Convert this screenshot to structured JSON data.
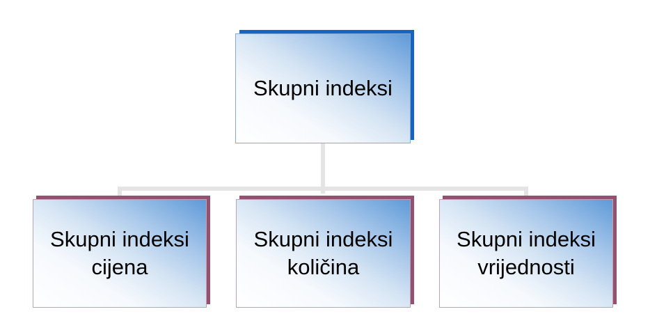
{
  "diagram": {
    "type": "org-chart",
    "root": {
      "label": "Skupni indeksi",
      "shadow_color": "#1565c0",
      "border_color": "#86a9d4"
    },
    "children": [
      {
        "line1": "Skupni indeksi",
        "line2": "cijena"
      },
      {
        "line1": "Skupni indeksi",
        "line2": "količina"
      },
      {
        "line1": "Skupni indeksi",
        "line2": "vrijednosti"
      }
    ],
    "child_shadow_color": "#94506f",
    "child_border_color": "#c3a1b3",
    "gradient_colors": [
      "#ffffff",
      "#5f9ad8"
    ],
    "connector_color": "#e4e4e4"
  }
}
